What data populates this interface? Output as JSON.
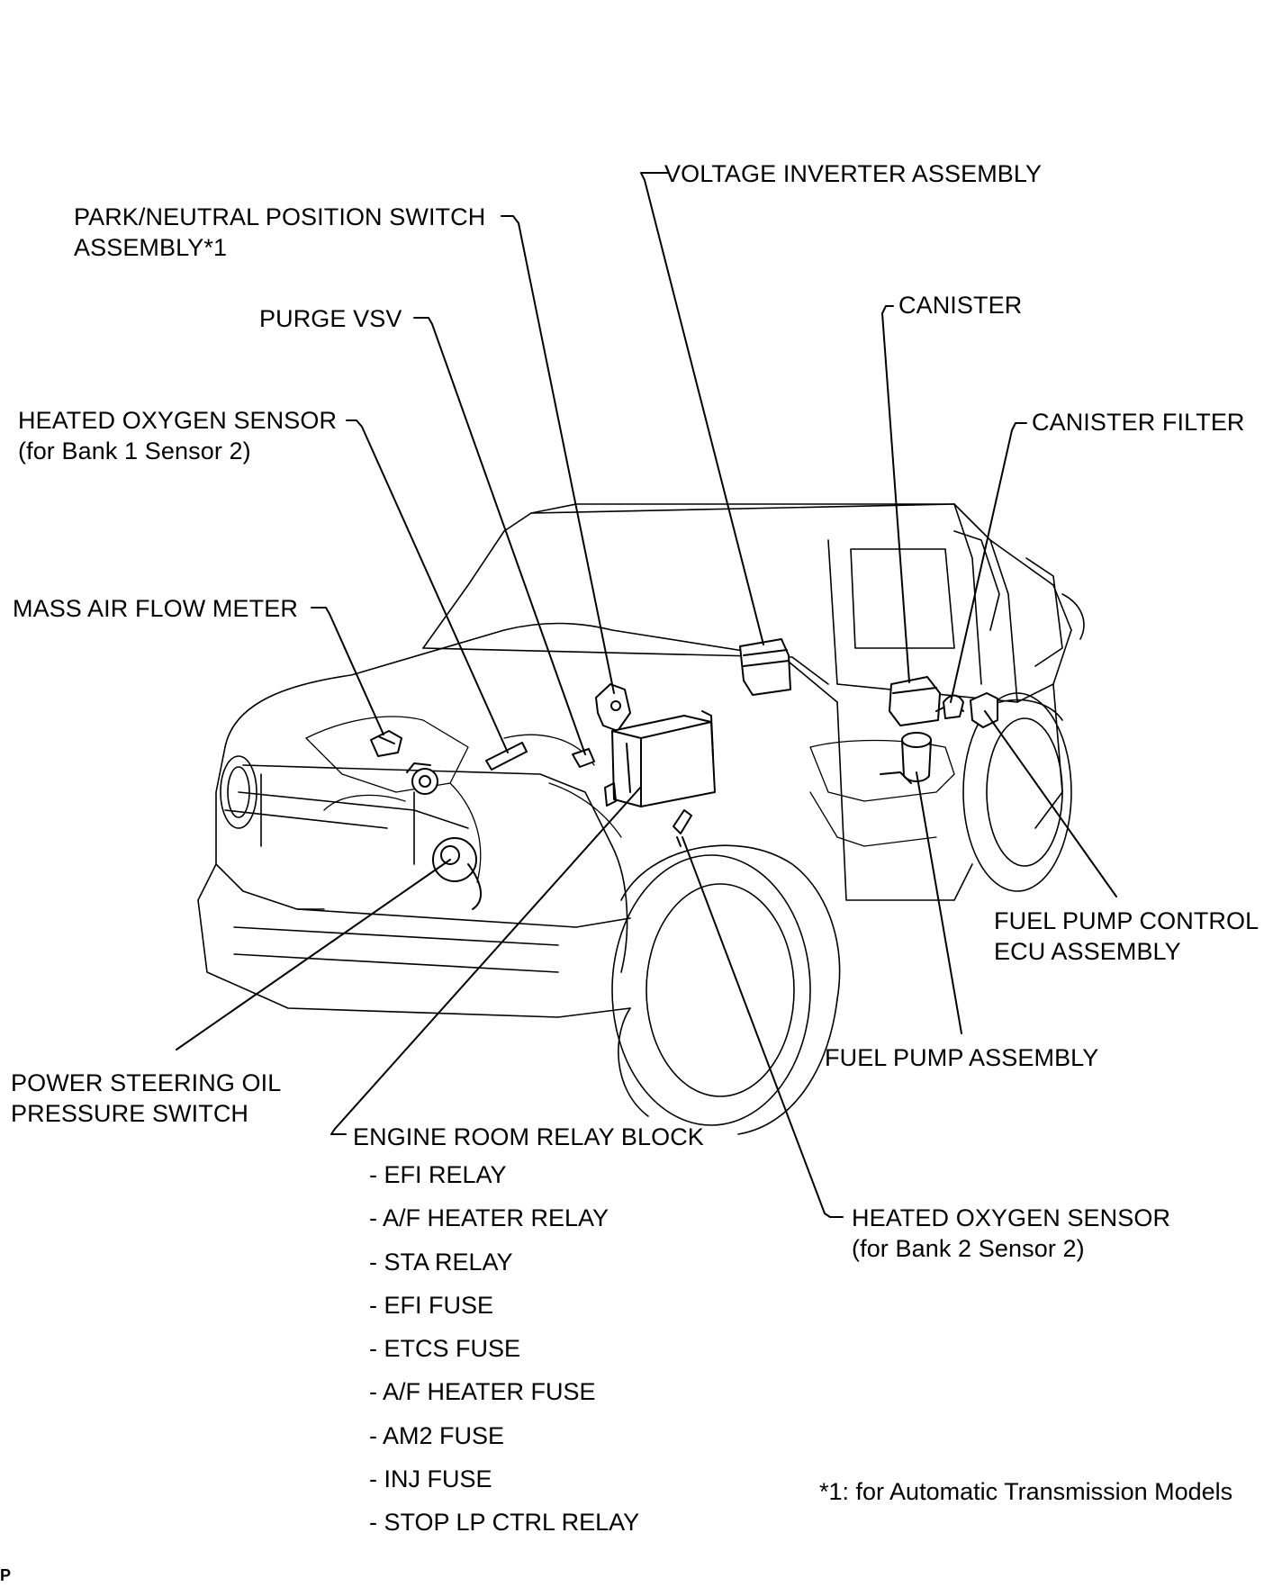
{
  "labels": {
    "voltage_inverter": "VOLTAGE INVERTER ASSEMBLY",
    "park_neutral_line1": "PARK/NEUTRAL POSITION SWITCH",
    "park_neutral_line2": "ASSEMBLY*1",
    "purge_vsv": "PURGE VSV",
    "canister": "CANISTER",
    "canister_filter": "CANISTER FILTER",
    "ho2s_b1_line1": "HEATED OXYGEN SENSOR",
    "ho2s_b1_line2": "(for Bank 1 Sensor 2)",
    "maf_meter": "MASS AIR FLOW METER",
    "fuel_pump_ecu_line1": "FUEL PUMP CONTROL",
    "fuel_pump_ecu_line2": "ECU ASSEMBLY",
    "fuel_pump_assembly": "FUEL PUMP ASSEMBLY",
    "ps_switch_line1": "POWER STEERING OIL",
    "ps_switch_line2": "PRESSURE SWITCH",
    "engine_room_relay_block": "ENGINE ROOM RELAY BLOCK",
    "ho2s_b2_line1": "HEATED OXYGEN SENSOR",
    "ho2s_b2_line2": "(for Bank 2 Sensor 2)"
  },
  "relay_block_items": [
    "- EFI RELAY",
    "- A/F HEATER RELAY",
    "- STA RELAY",
    "- EFI FUSE",
    "- ETCS FUSE",
    "- A/F HEATER FUSE",
    "- AM2 FUSE",
    "- INJ FUSE",
    "- STOP LP CTRL RELAY"
  ],
  "footnote": "*1: for Automatic Transmission Models",
  "corner_mark": "P"
}
